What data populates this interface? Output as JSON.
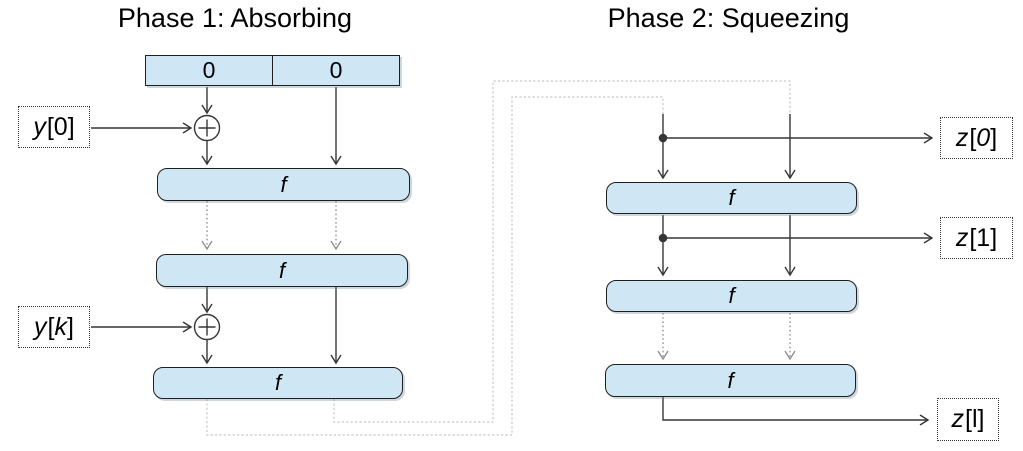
{
  "titles": {
    "phase1": "Phase 1: Absorbing",
    "phase2": "Phase 2: Squeezing"
  },
  "state": {
    "cells": [
      "0",
      "0"
    ]
  },
  "labels": {
    "f": "f"
  },
  "io": {
    "y0": {
      "var": "y",
      "open": "[",
      "index": "0",
      "close": "]",
      "index_style": "normal"
    },
    "yk": {
      "var": "y",
      "open": "[",
      "index": "k",
      "close": "]",
      "index_style": "italic"
    },
    "z0": {
      "var": "z",
      "open": "[",
      "index": "0",
      "close": "]",
      "index_style": "italic"
    },
    "z1": {
      "var": "z",
      "open": "[",
      "index": "1",
      "close": "]",
      "index_style": "normal"
    },
    "zl": {
      "var": "z",
      "open": "[",
      "index": "l",
      "close": "]",
      "index_style": "normal"
    }
  },
  "icons": {
    "xor": "circle-plus",
    "junction": "filled-dot",
    "arrowhead": "open-chevron"
  },
  "colors": {
    "box-fill": "#cfe7f5",
    "box-border": "#1f1f1f",
    "wire-dark": "#363636",
    "wire-gray": "#8c8c8c",
    "connector-light": "#c6c6c6",
    "label-border": "#3a3a3a",
    "text": "#000000",
    "bg": "#ffffff"
  }
}
